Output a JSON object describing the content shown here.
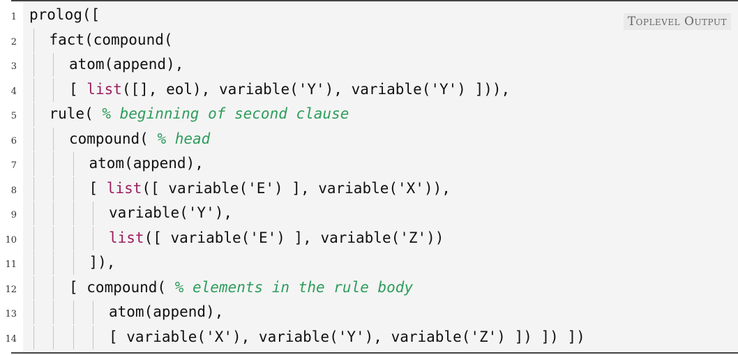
{
  "caption": "Toplevel Output",
  "lines": [
    {
      "n": "1",
      "depth": 0,
      "seg": [
        {
          "t": "prolog(["
        }
      ]
    },
    {
      "n": "2",
      "depth": 1,
      "seg": [
        {
          "t": "fact(compound("
        }
      ]
    },
    {
      "n": "3",
      "depth": 2,
      "seg": [
        {
          "t": "atom(append),"
        }
      ]
    },
    {
      "n": "4",
      "depth": 2,
      "seg": [
        {
          "t": "[ "
        },
        {
          "t": "list",
          "c": "kw"
        },
        {
          "t": "([], eol), variable('Y'), variable('Y') ])),"
        }
      ]
    },
    {
      "n": "5",
      "depth": 1,
      "seg": [
        {
          "t": "rule( "
        },
        {
          "t": "% beginning of second clause",
          "c": "cm"
        }
      ]
    },
    {
      "n": "6",
      "depth": 2,
      "seg": [
        {
          "t": "compound( "
        },
        {
          "t": "% head",
          "c": "cm"
        }
      ]
    },
    {
      "n": "7",
      "depth": 3,
      "seg": [
        {
          "t": "atom(append),"
        }
      ]
    },
    {
      "n": "8",
      "depth": 3,
      "seg": [
        {
          "t": "[ "
        },
        {
          "t": "list",
          "c": "kw"
        },
        {
          "t": "([ variable('E') ], variable('X')),"
        }
      ]
    },
    {
      "n": "9",
      "depth": 4,
      "seg": [
        {
          "t": "variable('Y'),"
        }
      ]
    },
    {
      "n": "10",
      "depth": 4,
      "seg": [
        {
          "t": "list",
          "c": "kw"
        },
        {
          "t": "([ variable('E') ], variable('Z'))"
        }
      ]
    },
    {
      "n": "11",
      "depth": 3,
      "seg": [
        {
          "t": "]),"
        }
      ]
    },
    {
      "n": "12",
      "depth": 2,
      "seg": [
        {
          "t": "[ compound( "
        },
        {
          "t": "% elements in the rule body",
          "c": "cm"
        }
      ]
    },
    {
      "n": "13",
      "depth": 4,
      "seg": [
        {
          "t": "atom(append),"
        }
      ]
    },
    {
      "n": "14",
      "depth": 4,
      "seg": [
        {
          "t": "[ variable('X'), variable('Y'), variable('Z') ]) ]) ])"
        }
      ]
    }
  ]
}
